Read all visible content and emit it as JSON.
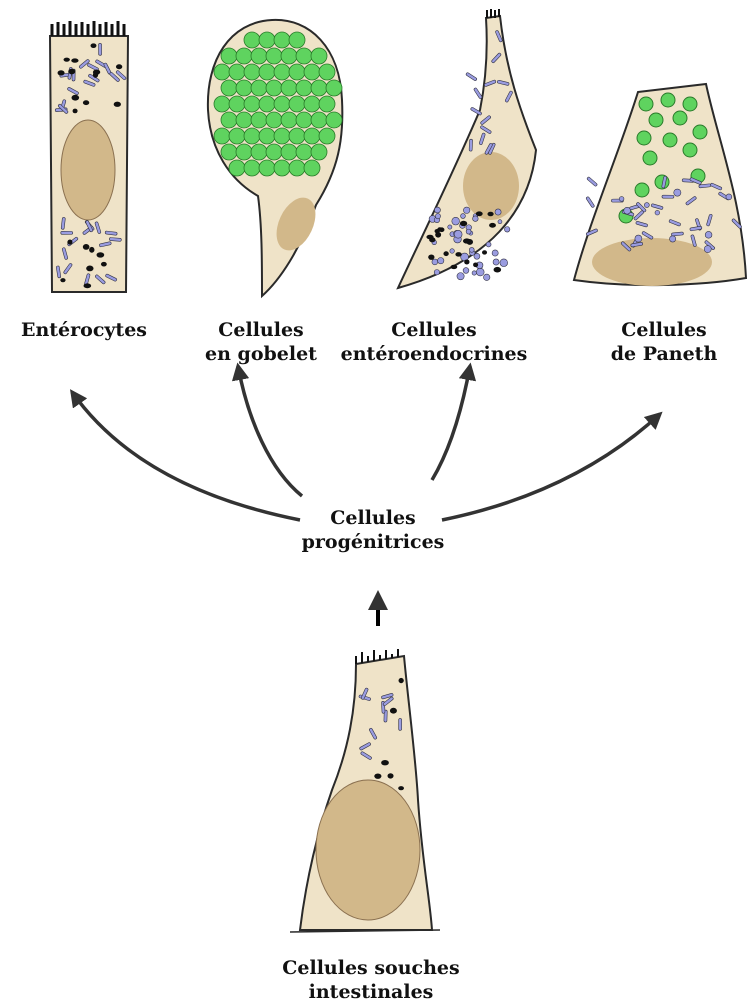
{
  "colors": {
    "cytoplasm": "#efe3c8",
    "nucleus": "#d2b88a",
    "outline": "#2a2a2a",
    "granule_green": "#5fd35f",
    "organelle_blue": "#9a9ce0",
    "arrow": "#333333"
  },
  "labels": {
    "enterocytes": "Entérocytes",
    "goblet_line1": "Cellules",
    "goblet_line2": "en gobelet",
    "entero_line1": "Cellules",
    "entero_line2": "entéroendocrines",
    "paneth_line1": "Cellules",
    "paneth_line2": "de Paneth",
    "progenitor_line1": "Cellules",
    "progenitor_line2": "progénitrices",
    "stem_line1": "Cellules souches",
    "stem_line2": "intestinales"
  }
}
